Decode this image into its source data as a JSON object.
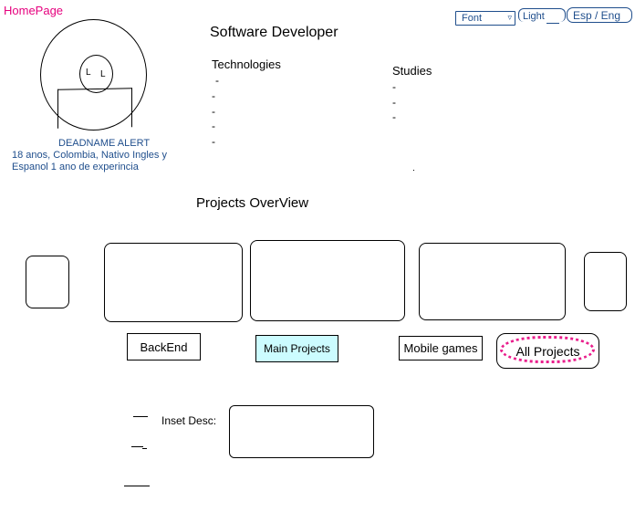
{
  "header": {
    "homepage_link": "HomePage",
    "font_select": "Font",
    "light_toggle": "Light",
    "language_toggle": "Esp / Eng"
  },
  "profile": {
    "name": "DEADNAME ALERT",
    "bio": "18 anos, Colombia, Nativo Ingles y Espanol 1 ano de experincia",
    "avatar_eyes": [
      "L",
      "L"
    ]
  },
  "main": {
    "title": "Software Developer",
    "technologies": {
      "heading": "Technologies",
      "items": [
        "-",
        "-",
        "-",
        "-",
        "-"
      ]
    },
    "studies": {
      "heading": "Studies",
      "items": [
        "-",
        "-",
        "-"
      ]
    }
  },
  "projects": {
    "title": "Projects OverView",
    "filters": {
      "backend": "BackEnd",
      "main": "Main Projects",
      "mobile": "Mobile games",
      "all": "All Projects"
    }
  },
  "inset": {
    "label": "Inset Desc:"
  },
  "colors": {
    "homepage_link": "#e6007e",
    "control_blue": "#1f4e8c",
    "main_projects_bg": "#ccfcff",
    "all_projects_scribble": "#e91e8c"
  }
}
